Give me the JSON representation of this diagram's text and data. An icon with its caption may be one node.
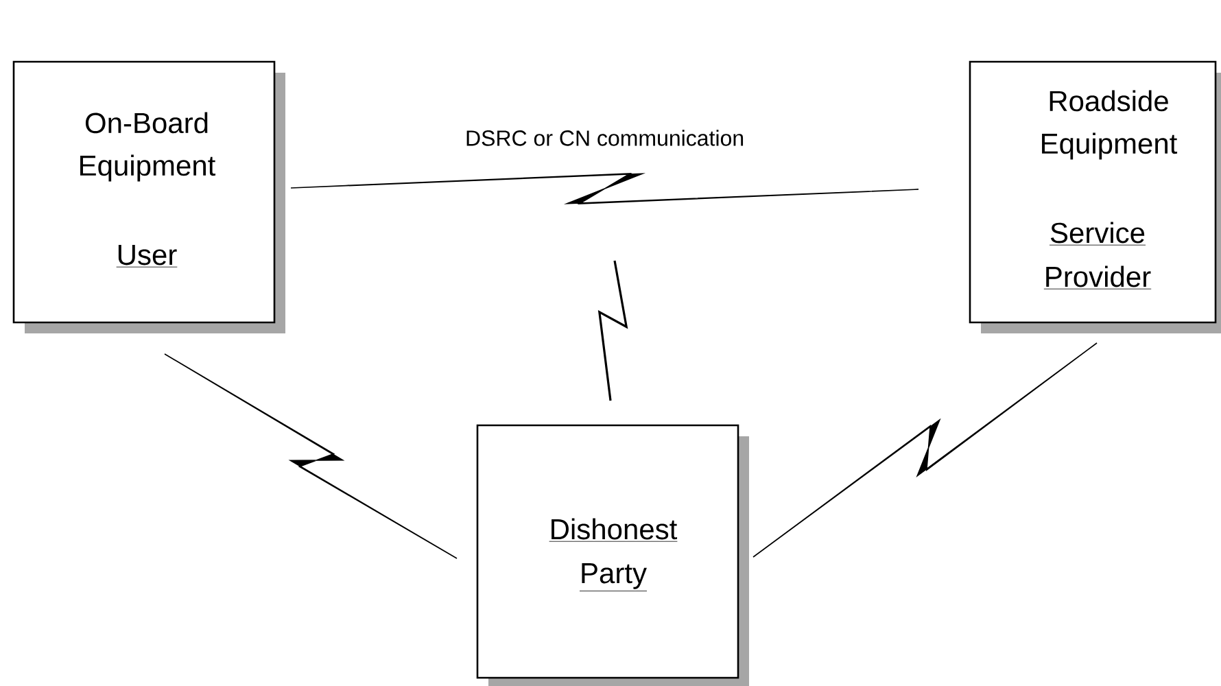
{
  "diagram": {
    "nodes": [
      {
        "text": [
          "On-Board Equipment",
          "User"
        ]
      },
      {
        "text": [
          "Roadside Equipment",
          "Service Provider"
        ]
      },
      {
        "text": [
          "Dishonest Party"
        ]
      }
    ],
    "edges": [
      {
        "from": 0,
        "to": 1,
        "arrow": "none",
        "label": "DSRC or CN communication"
      },
      {
        "from": 0,
        "to": 2,
        "arrow": "none"
      },
      {
        "from": 1,
        "to": 2,
        "arrow": "none"
      },
      {
        "from": null,
        "to": 2,
        "arrow": "none"
      }
    ]
  }
}
